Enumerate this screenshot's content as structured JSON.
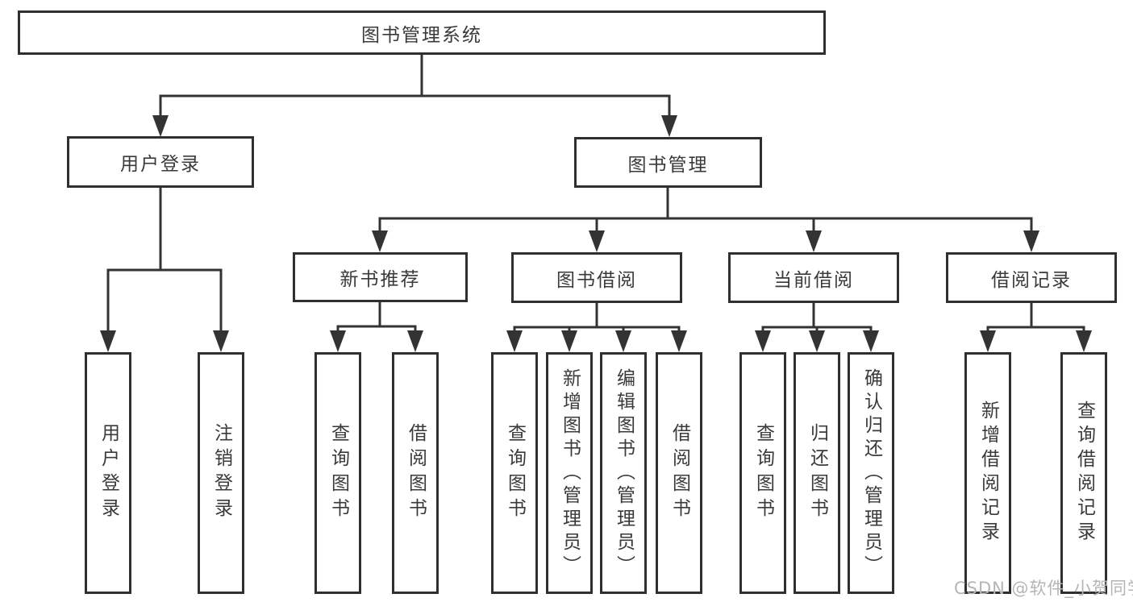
{
  "colors": {
    "line": "#333333",
    "box_border": "#2f2f2f",
    "text": "#3a3a3a",
    "watermark": "#b5b5b5",
    "background": "#ffffff"
  },
  "nodes": {
    "root": {
      "label": "图书管理系统"
    },
    "user_login": {
      "label": "用户登录"
    },
    "book_mgmt": {
      "label": "图书管理"
    },
    "new_book_rec": {
      "label": "新书推荐"
    },
    "book_borrow": {
      "label": "图书借阅"
    },
    "current_borrow": {
      "label": "当前借阅"
    },
    "borrow_records": {
      "label": "借阅记录"
    },
    "leaf_user_login": {
      "label": "用户登录"
    },
    "leaf_logout": {
      "label": "注销登录"
    },
    "leaf_nbr_query_book": {
      "label": "查询图书"
    },
    "leaf_nbr_borrow_book": {
      "label": "借阅图书"
    },
    "leaf_bb_query_book": {
      "label": "查询图书"
    },
    "leaf_bb_add_book": {
      "label": "新增图书（管理员）"
    },
    "leaf_bb_edit_book": {
      "label": "编辑图书（管理员）"
    },
    "leaf_bb_borrow_book": {
      "label": "借阅图书"
    },
    "leaf_cb_query_book": {
      "label": "查询图书"
    },
    "leaf_cb_return_book": {
      "label": "归还图书"
    },
    "leaf_cb_confirm_return": {
      "label": "确认归还（管理员）"
    },
    "leaf_br_add_record": {
      "label": "新增借阅记录"
    },
    "leaf_br_query_record": {
      "label": "查询借阅记录"
    }
  },
  "watermark": {
    "text": "CSDN @软件_小贺同学"
  }
}
